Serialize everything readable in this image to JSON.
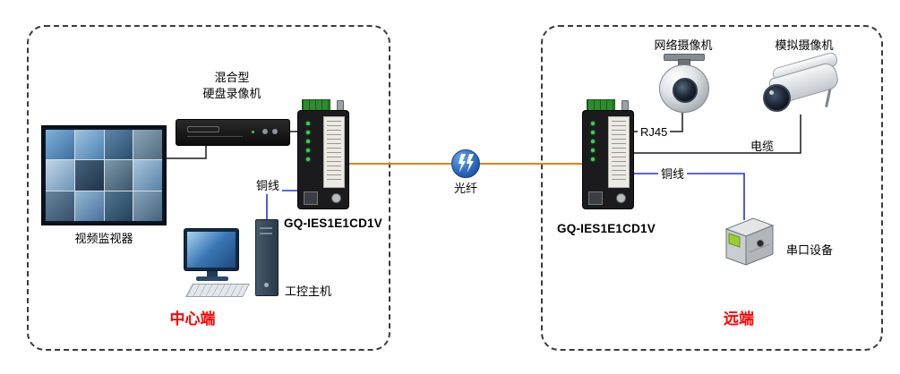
{
  "diagram": {
    "center_zone": {
      "zone_label": "中心端",
      "recorder_label_line1": "混合型",
      "recorder_label_line2": "硬盘录像机",
      "monitor_label": "视频监视器",
      "converter_model": "GQ-IES1E1CD1V",
      "copper_wire_label": "铜线",
      "host_label": "工控主机"
    },
    "fiber_link": {
      "fiber_label": "光纤"
    },
    "remote_zone": {
      "zone_label": "远端",
      "network_camera_label": "网络摄像机",
      "analog_camera_label": "模拟摄像机",
      "converter_model": "GQ-IES1E1CD1V",
      "rj45_label": "RJ45",
      "cable_label": "电缆",
      "copper_wire_label": "铜线",
      "serial_device_label": "串口设备"
    },
    "colors": {
      "fiber_line": "#E8820E",
      "copper_line": "#2233DD",
      "black_line": "#1A1A1A",
      "zone_label_color": "#FF0000",
      "fiber_icon_blue": "#2F6CC4",
      "converter_terminal_green": "#2E8B2E"
    }
  }
}
